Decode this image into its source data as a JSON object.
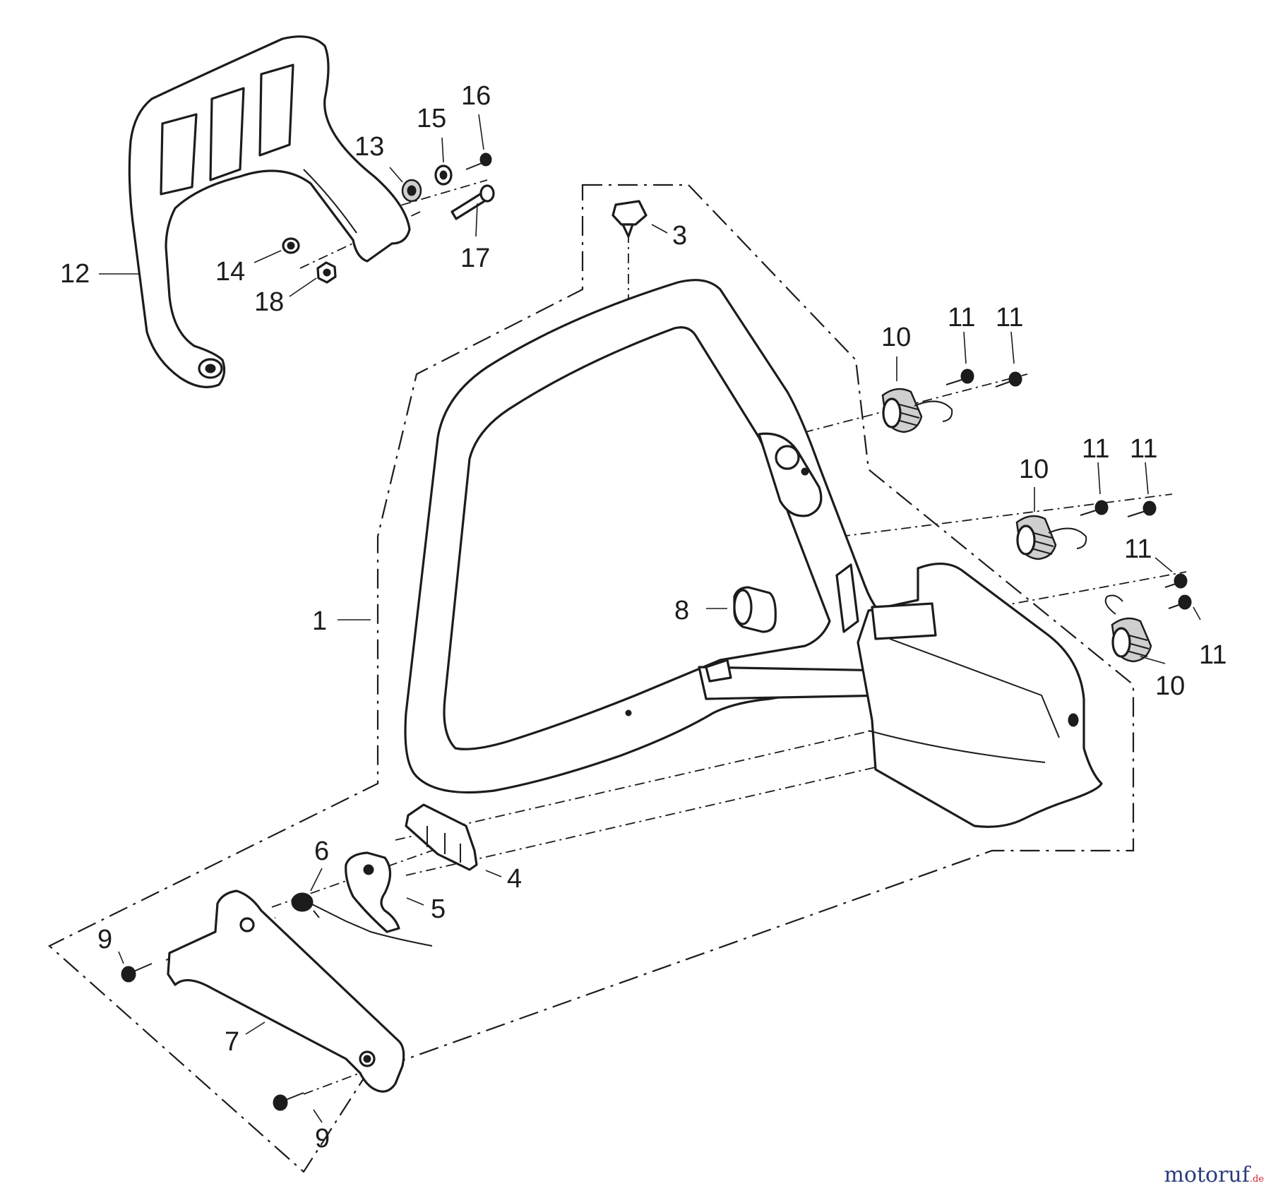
{
  "diagram": {
    "callouts": {
      "c1": "1",
      "c3": "3",
      "c4": "4",
      "c5": "5",
      "c6": "6",
      "c7": "7",
      "c8": "8",
      "c9a": "9",
      "c9b": "9",
      "c10a": "10",
      "c10b": "10",
      "c10c": "10",
      "c11a": "11",
      "c11b": "11",
      "c11c": "11",
      "c11d": "11",
      "c11e": "11",
      "c11f": "11",
      "c12": "12",
      "c13": "13",
      "c14": "14",
      "c15": "15",
      "c16": "16",
      "c17": "17",
      "c18": "18"
    }
  },
  "watermark": {
    "brand": "motoruf",
    "suffix": ".de",
    "brand_color": "#2a3d7a",
    "suffix_color": "#d2212a"
  }
}
